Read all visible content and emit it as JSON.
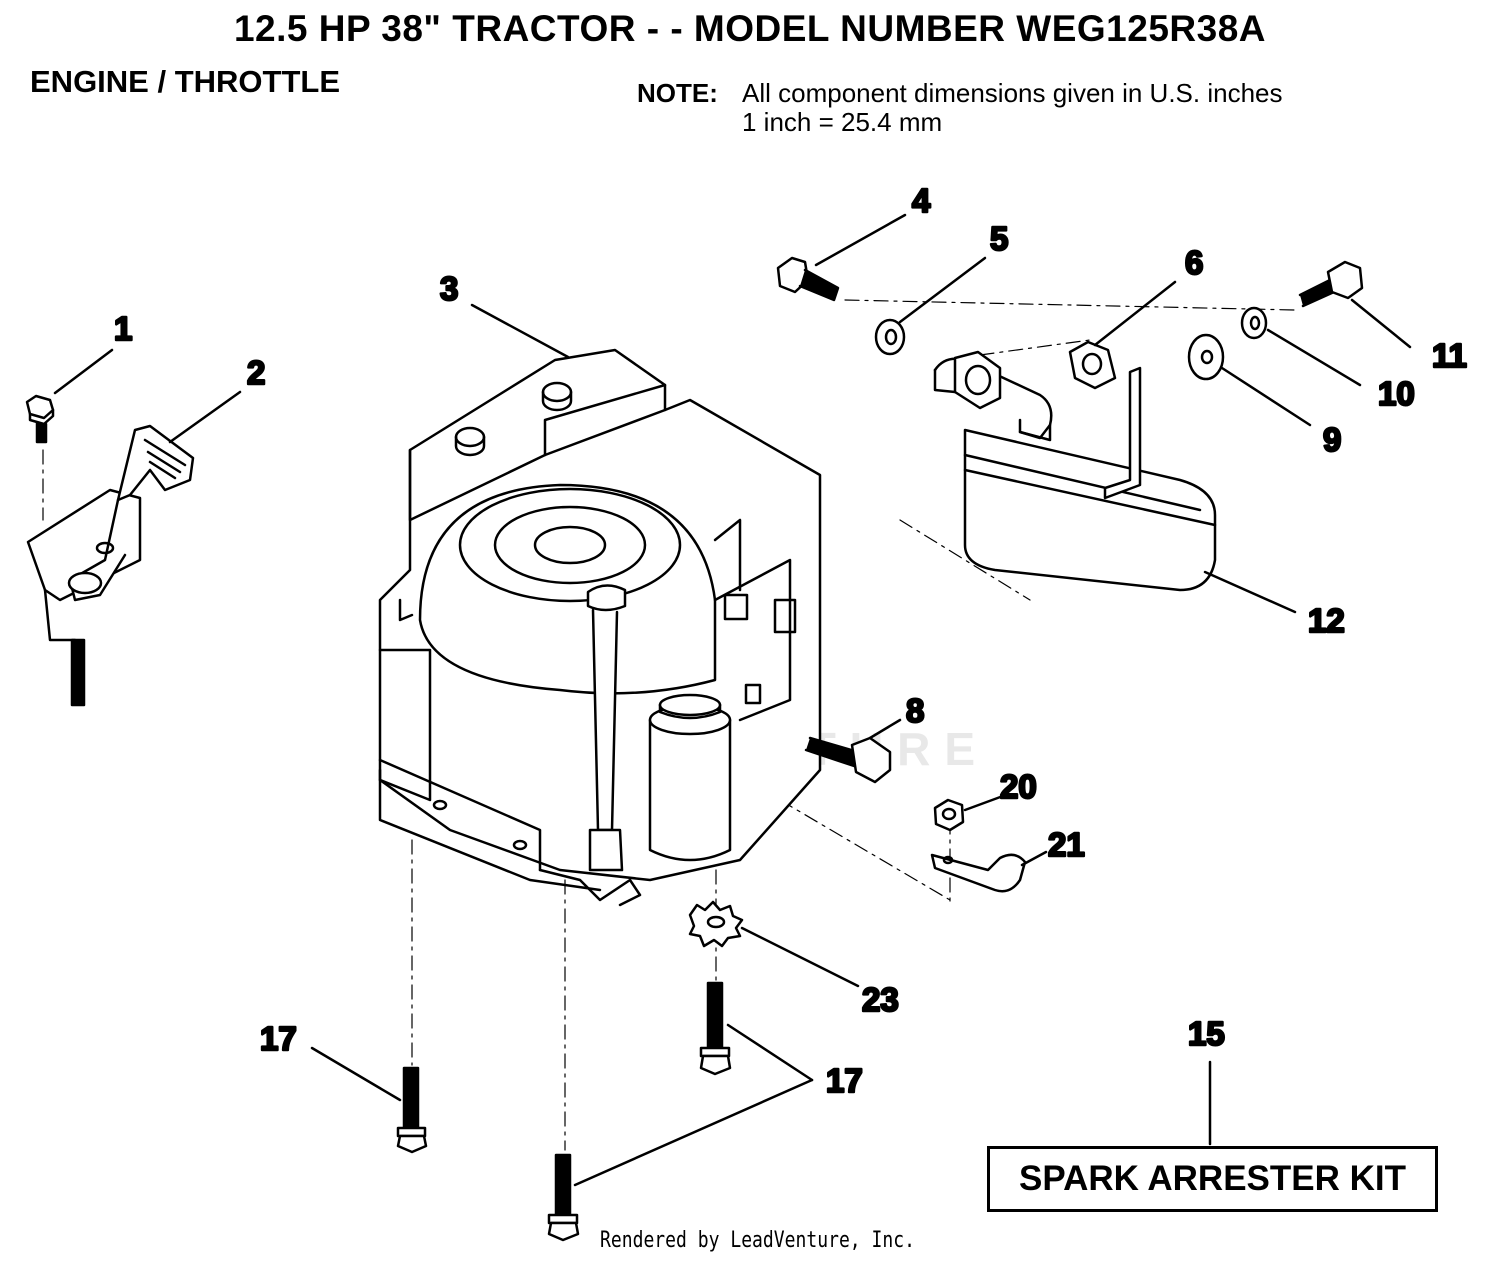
{
  "title": "12.5 HP 38\" TRACTOR - - MODEL NUMBER WEG125R38A",
  "section": "ENGINE / THROTTLE",
  "note": {
    "label": "NOTE:",
    "line1": "All component dimensions given in U.S. inches",
    "line2": "1 inch = 25.4 mm"
  },
  "watermark": "LEADVENTURE",
  "callouts": {
    "c1": "1",
    "c2": "2",
    "c3": "3",
    "c4": "4",
    "c5": "5",
    "c6": "6",
    "c8": "8",
    "c9": "9",
    "c10": "10",
    "c11": "11",
    "c12": "12",
    "c15": "15",
    "c17a": "17",
    "c17b": "17",
    "c20": "20",
    "c21": "21",
    "c23": "23"
  },
  "kit_label": "SPARK ARRESTER KIT",
  "footer": "Rendered by LeadVenture, Inc."
}
